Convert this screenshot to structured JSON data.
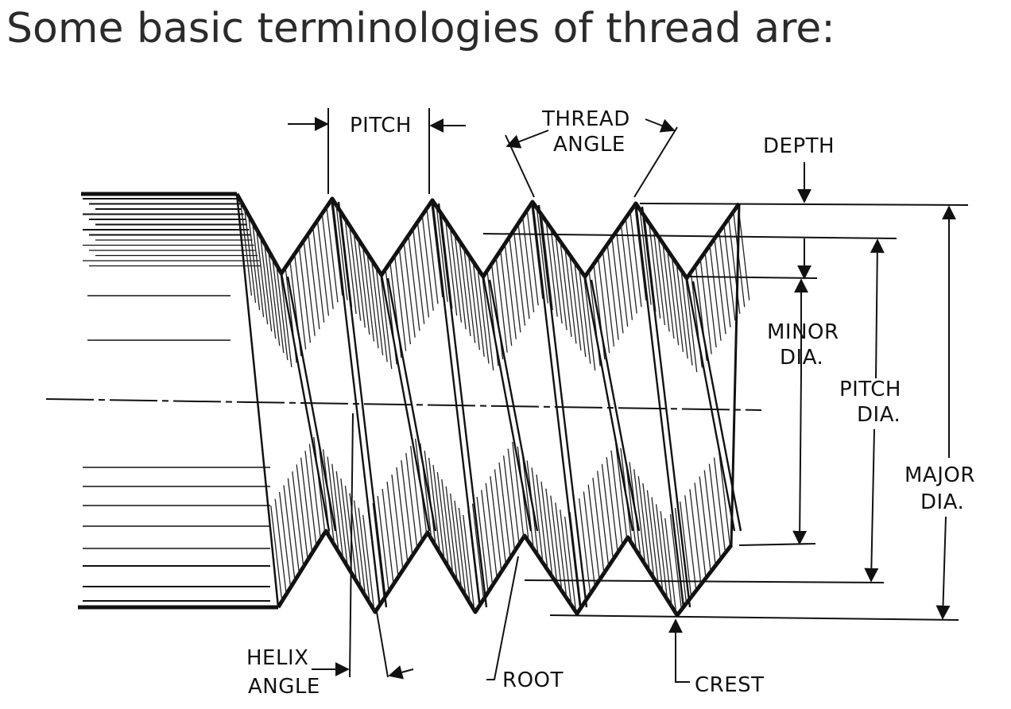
{
  "heading": "Some basic terminologies of thread are:",
  "labels": {
    "pitch": "PITCH",
    "thread_angle_1": "THREAD",
    "thread_angle_2": "ANGLE",
    "depth": "DEPTH",
    "minor_dia_1": "MINOR",
    "minor_dia_2": "DIA.",
    "pitch_dia_1": "PITCH",
    "pitch_dia_2": "DIA.",
    "major_dia_1": "MAJOR",
    "major_dia_2": "DIA.",
    "helix_angle_1": "HELIX",
    "helix_angle_2": "ANGLE",
    "root": "ROOT",
    "crest": "CREST"
  }
}
